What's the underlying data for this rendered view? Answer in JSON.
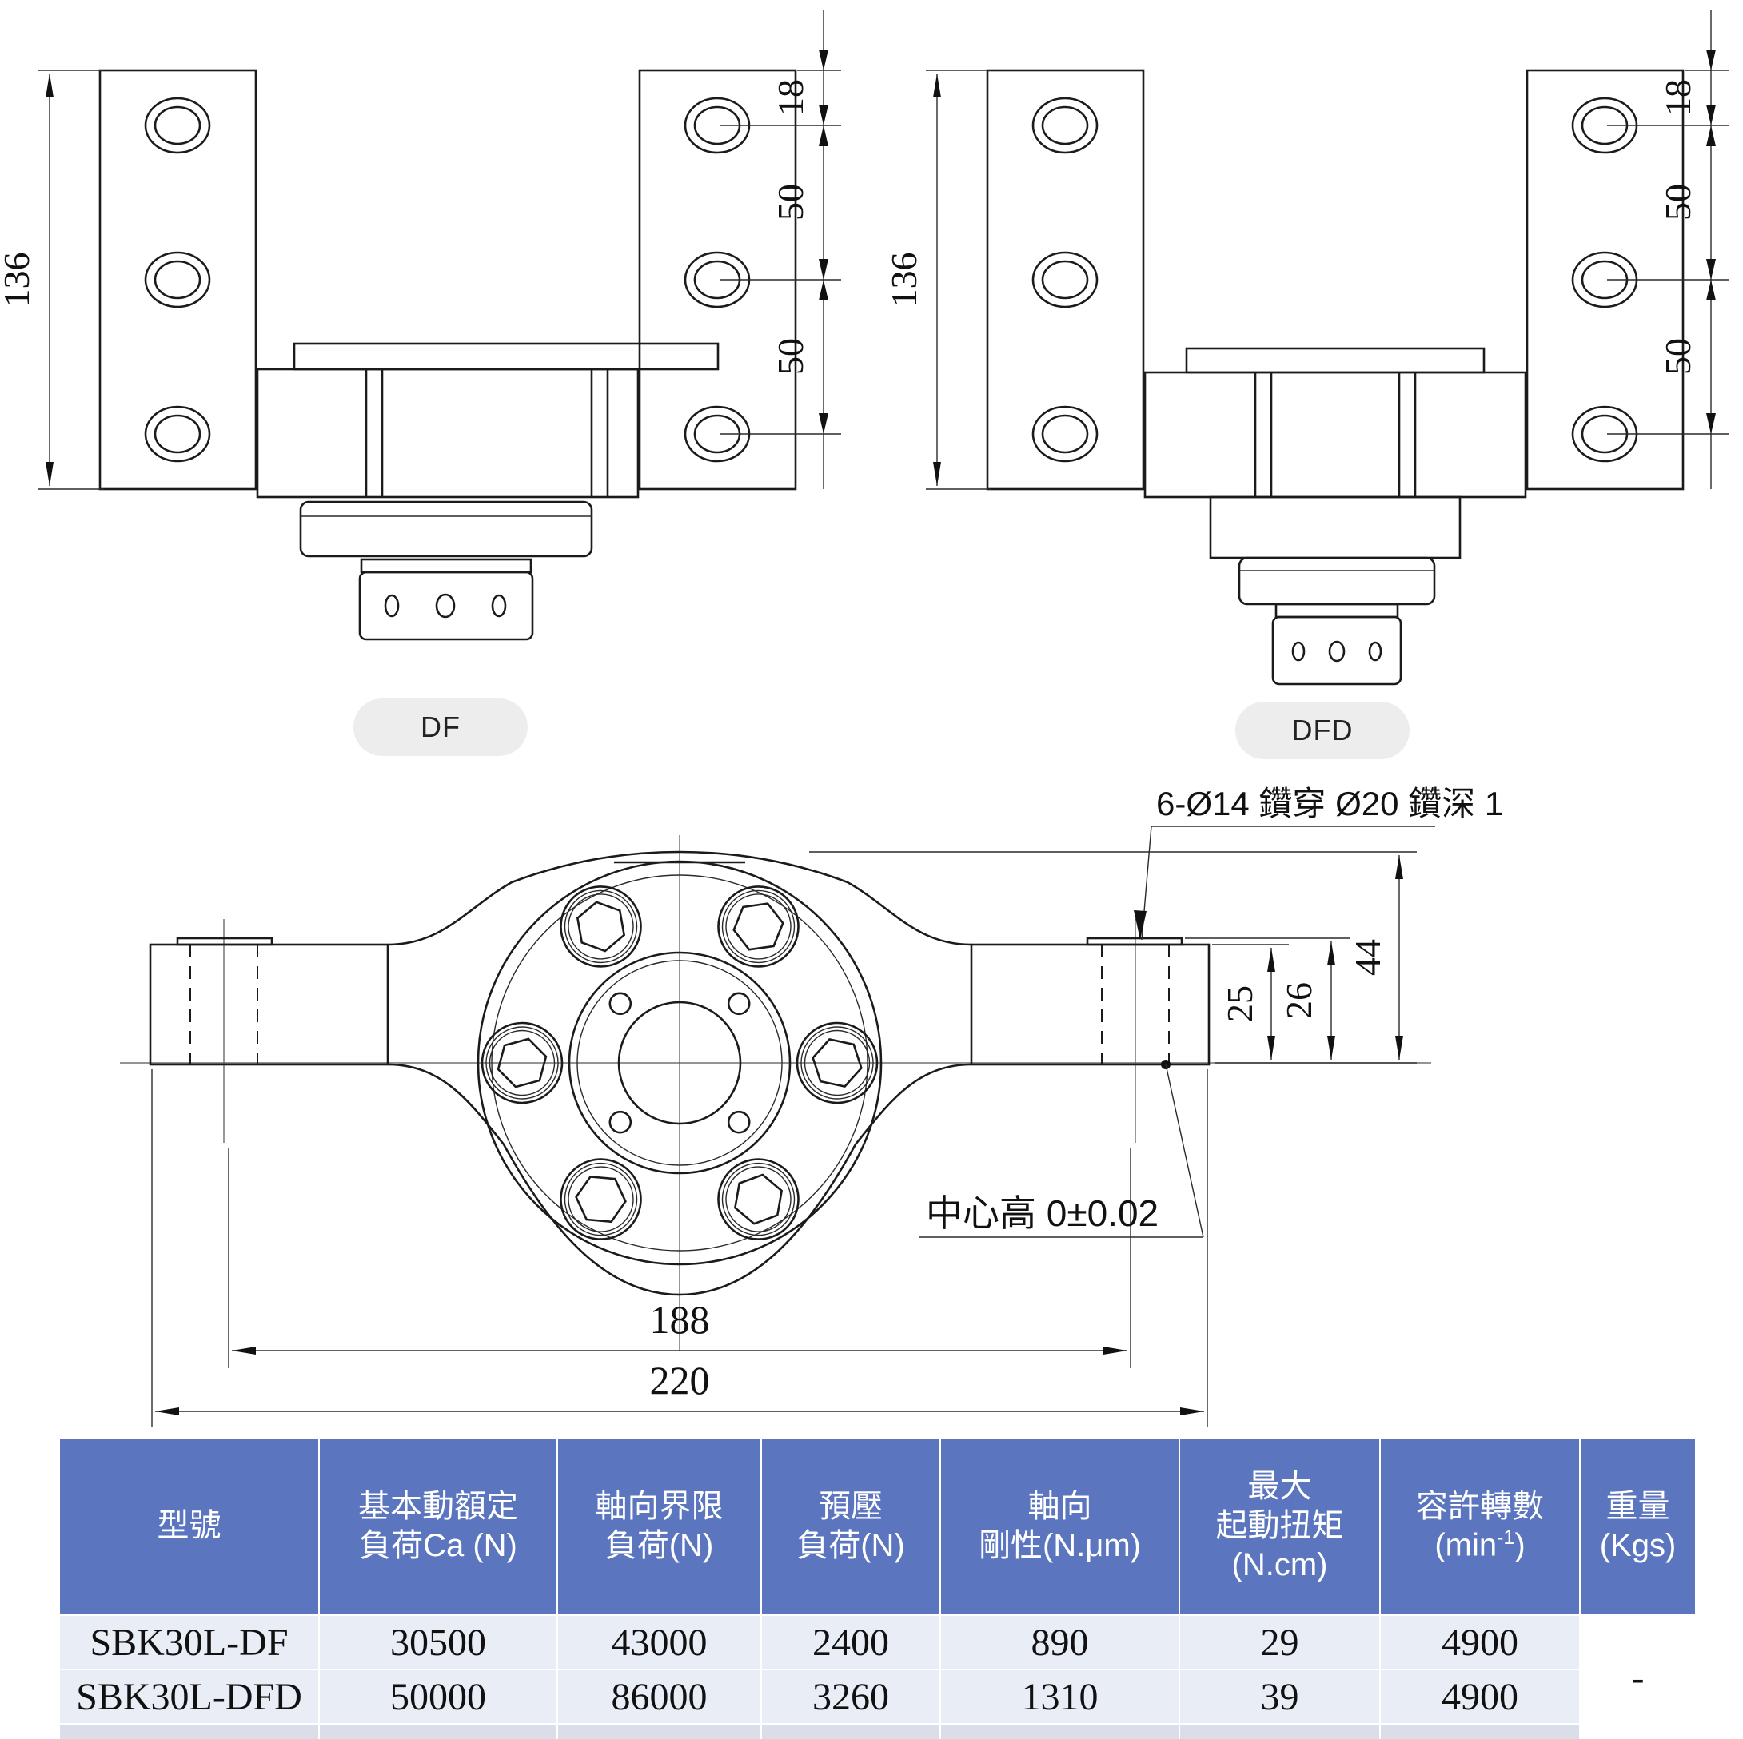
{
  "colors": {
    "line": "#1b1b1b",
    "table_header_bg": "#5b76be",
    "table_row_bg": "#e9edf6",
    "table_strip_bg": "#d9dee9",
    "pill_bg": "#ededed",
    "paper": "#ffffff"
  },
  "labels": {
    "df": "DF",
    "dfd": "DFD"
  },
  "annotations": {
    "hole_callout": "6-Ø14 鑽穿 Ø20 鑽深 1",
    "center_height": "中心高 0±0.02"
  },
  "dimensions": {
    "df": {
      "height": "136",
      "pitch_top": "18",
      "pitch_mid": "50",
      "pitch_bot": "50"
    },
    "dfd": {
      "height": "136",
      "pitch_top": "18",
      "pitch_mid": "50",
      "pitch_bot": "50"
    },
    "front": {
      "bolt_span": "188",
      "overall_width": "220",
      "tab_to_center": "25",
      "plate_to_center": "26",
      "body_to_center": "44"
    }
  },
  "table": {
    "headers": [
      {
        "line1": "型號"
      },
      {
        "line1": "基本動額定",
        "line2": "負荷Ca (N)"
      },
      {
        "line1": "軸向界限",
        "line2": "負荷(N)"
      },
      {
        "line1": "預壓",
        "line2": "負荷(N)"
      },
      {
        "line1": "軸向",
        "line2": "剛性(N.μm)"
      },
      {
        "line1": "最大",
        "line2": "起動扭矩",
        "line3": "(N.cm)"
      },
      {
        "line1": "容許轉數",
        "line2_pre": "(min",
        "line2_sup": "-1",
        "line2_post": ")"
      },
      {
        "line1": "重量",
        "line2": "(Kgs)"
      }
    ],
    "rows": [
      {
        "model": "SBK30L-DF",
        "ca": "30500",
        "axial_limit": "43000",
        "preload": "2400",
        "rigidity": "890",
        "torque": "29",
        "rpm": "4900"
      },
      {
        "model": "SBK30L-DFD",
        "ca": "50000",
        "axial_limit": "86000",
        "preload": "3260",
        "rigidity": "1310",
        "torque": "39",
        "rpm": "4900"
      }
    ],
    "weight_merged": "-"
  }
}
